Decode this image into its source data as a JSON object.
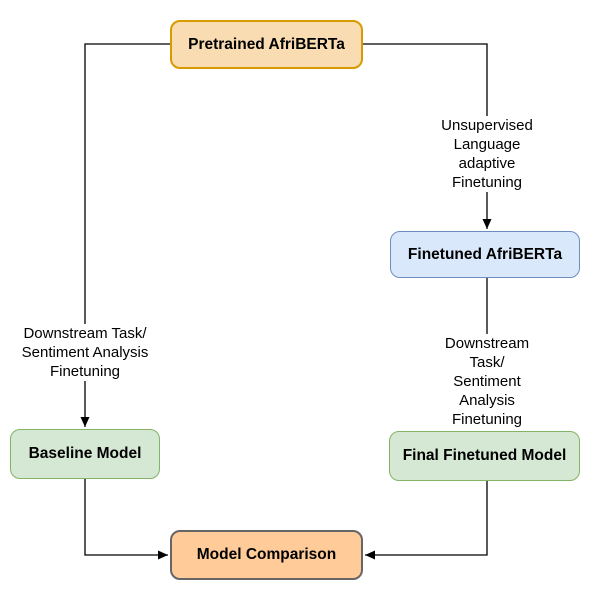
{
  "diagram": {
    "type": "flowchart",
    "nodes": {
      "pretrained": {
        "label": "Pretrained AfriBERTa",
        "fill": "#F9DCB2",
        "stroke": "#D79B00",
        "shape": "rounded-rect"
      },
      "finetuned": {
        "label": "Finetuned AfriBERTa",
        "fill": "#DAE8FC",
        "stroke": "#6C8EBF",
        "shape": "rounded-rect"
      },
      "baseline": {
        "label": "Baseline Model",
        "fill": "#D5E8D4",
        "stroke": "#82B366",
        "shape": "rounded-rect"
      },
      "final": {
        "label": "Final Finetuned Model",
        "fill": "#D5E8D4",
        "stroke": "#82B366",
        "shape": "rounded-rect"
      },
      "comparison": {
        "label": "Model Comparison",
        "fill": "#FFCC99",
        "stroke": "#666666",
        "shape": "rounded-rect"
      }
    },
    "edges": [
      {
        "from": "Pretrained AfriBERTa",
        "to": "Finetuned AfriBERTa",
        "label": "Unsupervised\nLanguage adaptive\nFinetuning"
      },
      {
        "from": "Pretrained AfriBERTa",
        "to": "Baseline Model",
        "label": "Downstream Task/\nSentiment Analysis\nFinetuning"
      },
      {
        "from": "Finetuned AfriBERTa",
        "to": "Final Finetuned Model",
        "label": "Downstream Task/\nSentiment Analysis\nFinetuning"
      },
      {
        "from": "Baseline Model",
        "to": "Model Comparison",
        "label": ""
      },
      {
        "from": "Final Finetuned Model",
        "to": "Model Comparison",
        "label": ""
      }
    ],
    "line_color": "#000000",
    "background": "#FFFFFF"
  }
}
